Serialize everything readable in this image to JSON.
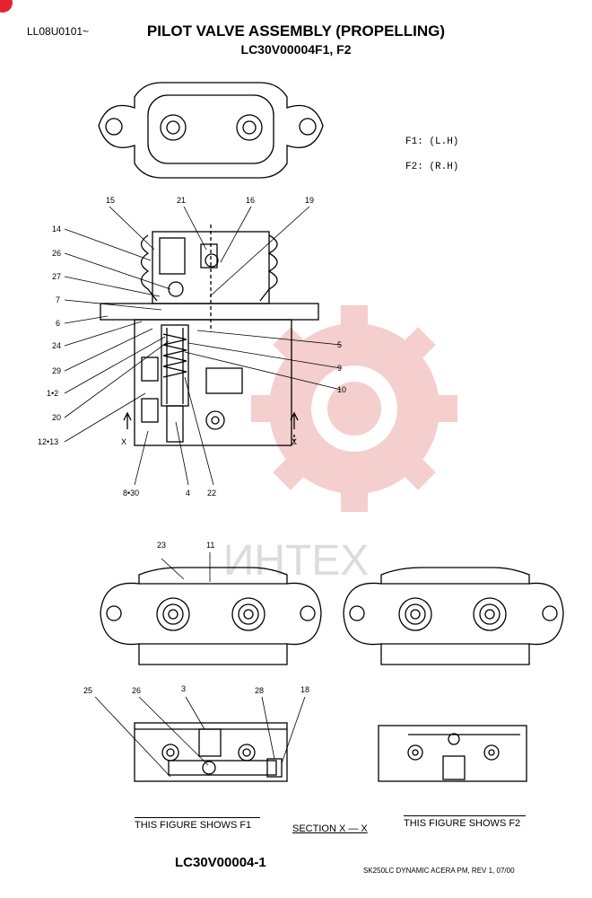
{
  "header": {
    "doc_code": "LL08U0101~",
    "title": "PILOT VALVE ASSEMBLY (PROPELLING)",
    "subtitle": "LC30V00004F1, F2"
  },
  "legend": {
    "f1": "F1: (L.H)",
    "f2": "F2: (R.H)"
  },
  "section_markers": {
    "left": "X",
    "right": "X"
  },
  "part_labels": {
    "p15": "15",
    "p21": "21",
    "p16": "16",
    "p19": "19",
    "p14": "14",
    "p26a": "26",
    "p27": "27",
    "p7": "7",
    "p6": "6",
    "p24": "24",
    "p29": "29",
    "p12": "1•2",
    "p20": "20",
    "p1213": "12•13",
    "p5": "5",
    "p9": "9",
    "p10": "10",
    "p830": "8•30",
    "p4": "4",
    "p22": "22",
    "p23": "23",
    "p11": "11",
    "p25": "25",
    "p26b": "26",
    "p3": "3",
    "p28": "28",
    "p18": "18"
  },
  "captions": {
    "left": "THIS FIGURE SHOWS   F1",
    "center": "SECTION  X — X",
    "right": "THIS FIGURE SHOWS   F2"
  },
  "watermark": "ИНТЕХ",
  "footer": {
    "code": "LC30V00004-1",
    "revision": "SK250LC DYNAMIC ACERA PM, REV  1, 07/00"
  },
  "colors": {
    "watermark": "#f2b6b6",
    "badge": "#e8232f",
    "ink": "#000000"
  }
}
